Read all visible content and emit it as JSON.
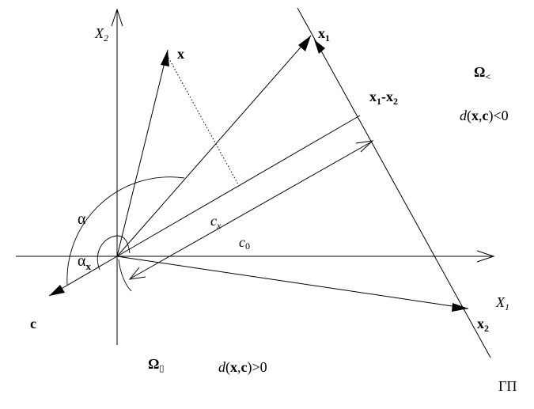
{
  "labels": {
    "axis_x2": "X",
    "axis_x2_sub": "2",
    "axis_x1": "X",
    "axis_x1_sub": "1",
    "vec_x": "x",
    "vec_x1": "x",
    "vec_x1_sub": "1",
    "vec_x1_minus_x2": "x",
    "vec_x1_minus_x2_sub1": "1",
    "vec_x1_minus_x2_mid": "-x",
    "vec_x1_minus_x2_sub2": "2",
    "vec_x2": "x",
    "vec_x2_sub": "2",
    "vec_c": "c",
    "alpha": "α",
    "alpha_x": "α",
    "alpha_x_sub": "x",
    "c_x": "c",
    "c_x_sub": "x",
    "c_0": "c",
    "c_0_sub": "0",
    "omega_lt": "Ω",
    "omega_lt_sub": "<",
    "omega_gt": "Ω",
    "omega_gt_sub": "▯",
    "d_lt_pre": "d",
    "d_lt_open": "(",
    "d_lt_x": "x",
    "d_lt_comma": ",",
    "d_lt_c": "c",
    "d_lt_close": ")<0",
    "d_gt_pre": "d",
    "d_gt_open": "(",
    "d_gt_x": "x",
    "d_gt_comma": ",",
    "d_gt_c": "c",
    "d_gt_close": ")>0",
    "gp": "ГП"
  }
}
